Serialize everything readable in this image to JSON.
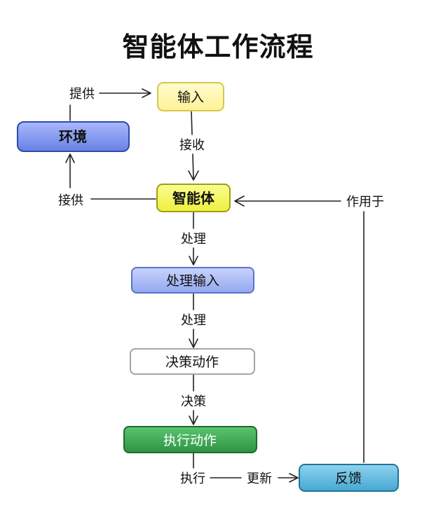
{
  "title": "智能体工作流程",
  "nodes": {
    "input": "输入",
    "environment": "环境",
    "agent": "智能体",
    "process_input": "处理输入",
    "decide_action": "决策动作",
    "execute_action": "执行动作",
    "feedback": "反馈"
  },
  "edge_labels": {
    "provide": "提供",
    "receive": "接收",
    "supply": "接供",
    "process_1": "处理",
    "process_2": "处理",
    "decide": "决策",
    "execute": "执行",
    "update": "更新",
    "act_on": "作用于"
  },
  "colors": {
    "input_fill": "#fff7a8",
    "input_stroke": "#d8c94e",
    "environment_fill": "#7f97ef",
    "environment_stroke": "#3b56b8",
    "agent_fill": "#f3f55a",
    "agent_stroke": "#a8a91d",
    "process_fill": "#a9b9f4",
    "process_stroke": "#5f77d0",
    "decide_fill": "#ffffff",
    "decide_stroke": "#999999",
    "execute_fill": "#3eae55",
    "execute_stroke": "#1d6e2e",
    "feedback_fill": "#5bb8dd",
    "feedback_stroke": "#22799e"
  }
}
